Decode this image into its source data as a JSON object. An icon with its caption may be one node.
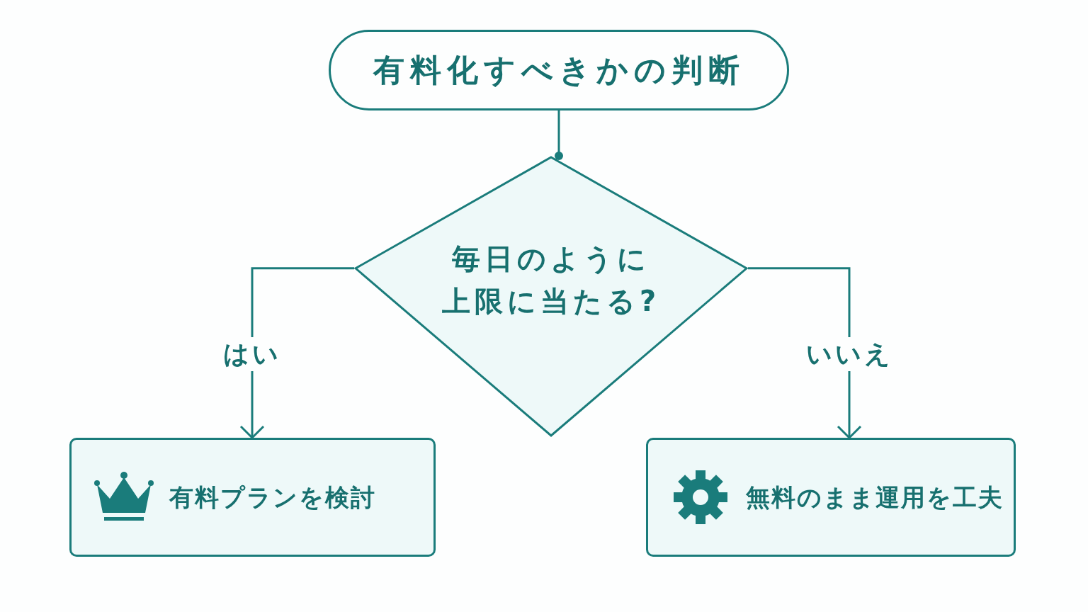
{
  "diagram": {
    "nodes": [
      {
        "text": [
          "有料化すべきかの判断"
        ]
      },
      {
        "text": [
          "毎日のように上限に当たる?"
        ]
      },
      {
        "text": [
          "有料プランを検討"
        ]
      },
      {
        "text": [
          "無料のまま運用を工夫"
        ]
      }
    ],
    "edges": [
      {
        "from": 0,
        "to": 1,
        "arrow": "other"
      },
      {
        "from": 1,
        "to": 2,
        "arrow": "to",
        "label": "はい"
      },
      {
        "from": 1,
        "to": 3,
        "arrow": "to",
        "label": "いいえ"
      }
    ]
  }
}
